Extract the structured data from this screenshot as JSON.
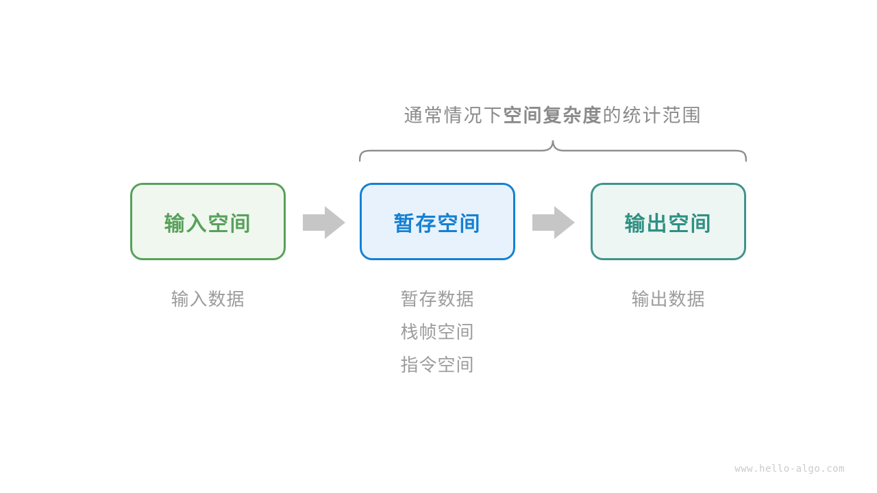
{
  "title": {
    "prefix": "通常情况下",
    "bold": "空间复杂度",
    "suffix": "的统计范围"
  },
  "boxes": [
    {
      "label": "输入空间",
      "border_color": "#57A15A",
      "fill_color": "#F0F7EF",
      "text_color": "#57A15A"
    },
    {
      "label": "暂存空间",
      "border_color": "#1580D2",
      "fill_color": "#E7F2FC",
      "text_color": "#1580D2"
    },
    {
      "label": "输出空间",
      "border_color": "#3E948C",
      "fill_color": "#EDF6F3",
      "text_color": "#2E9082"
    }
  ],
  "notes": {
    "input": [
      "输入数据"
    ],
    "temp": [
      "暂存数据",
      "栈帧空间",
      "指令空间"
    ],
    "output": [
      "输出数据"
    ]
  },
  "colors": {
    "arrow": "#C6C6C6",
    "brace": "#8F8F8F",
    "title_text": "#8A8A8A",
    "note_text": "#9C9C9C",
    "watermark_text": "#CBCBCB"
  },
  "watermark": "www.hello-algo.com"
}
